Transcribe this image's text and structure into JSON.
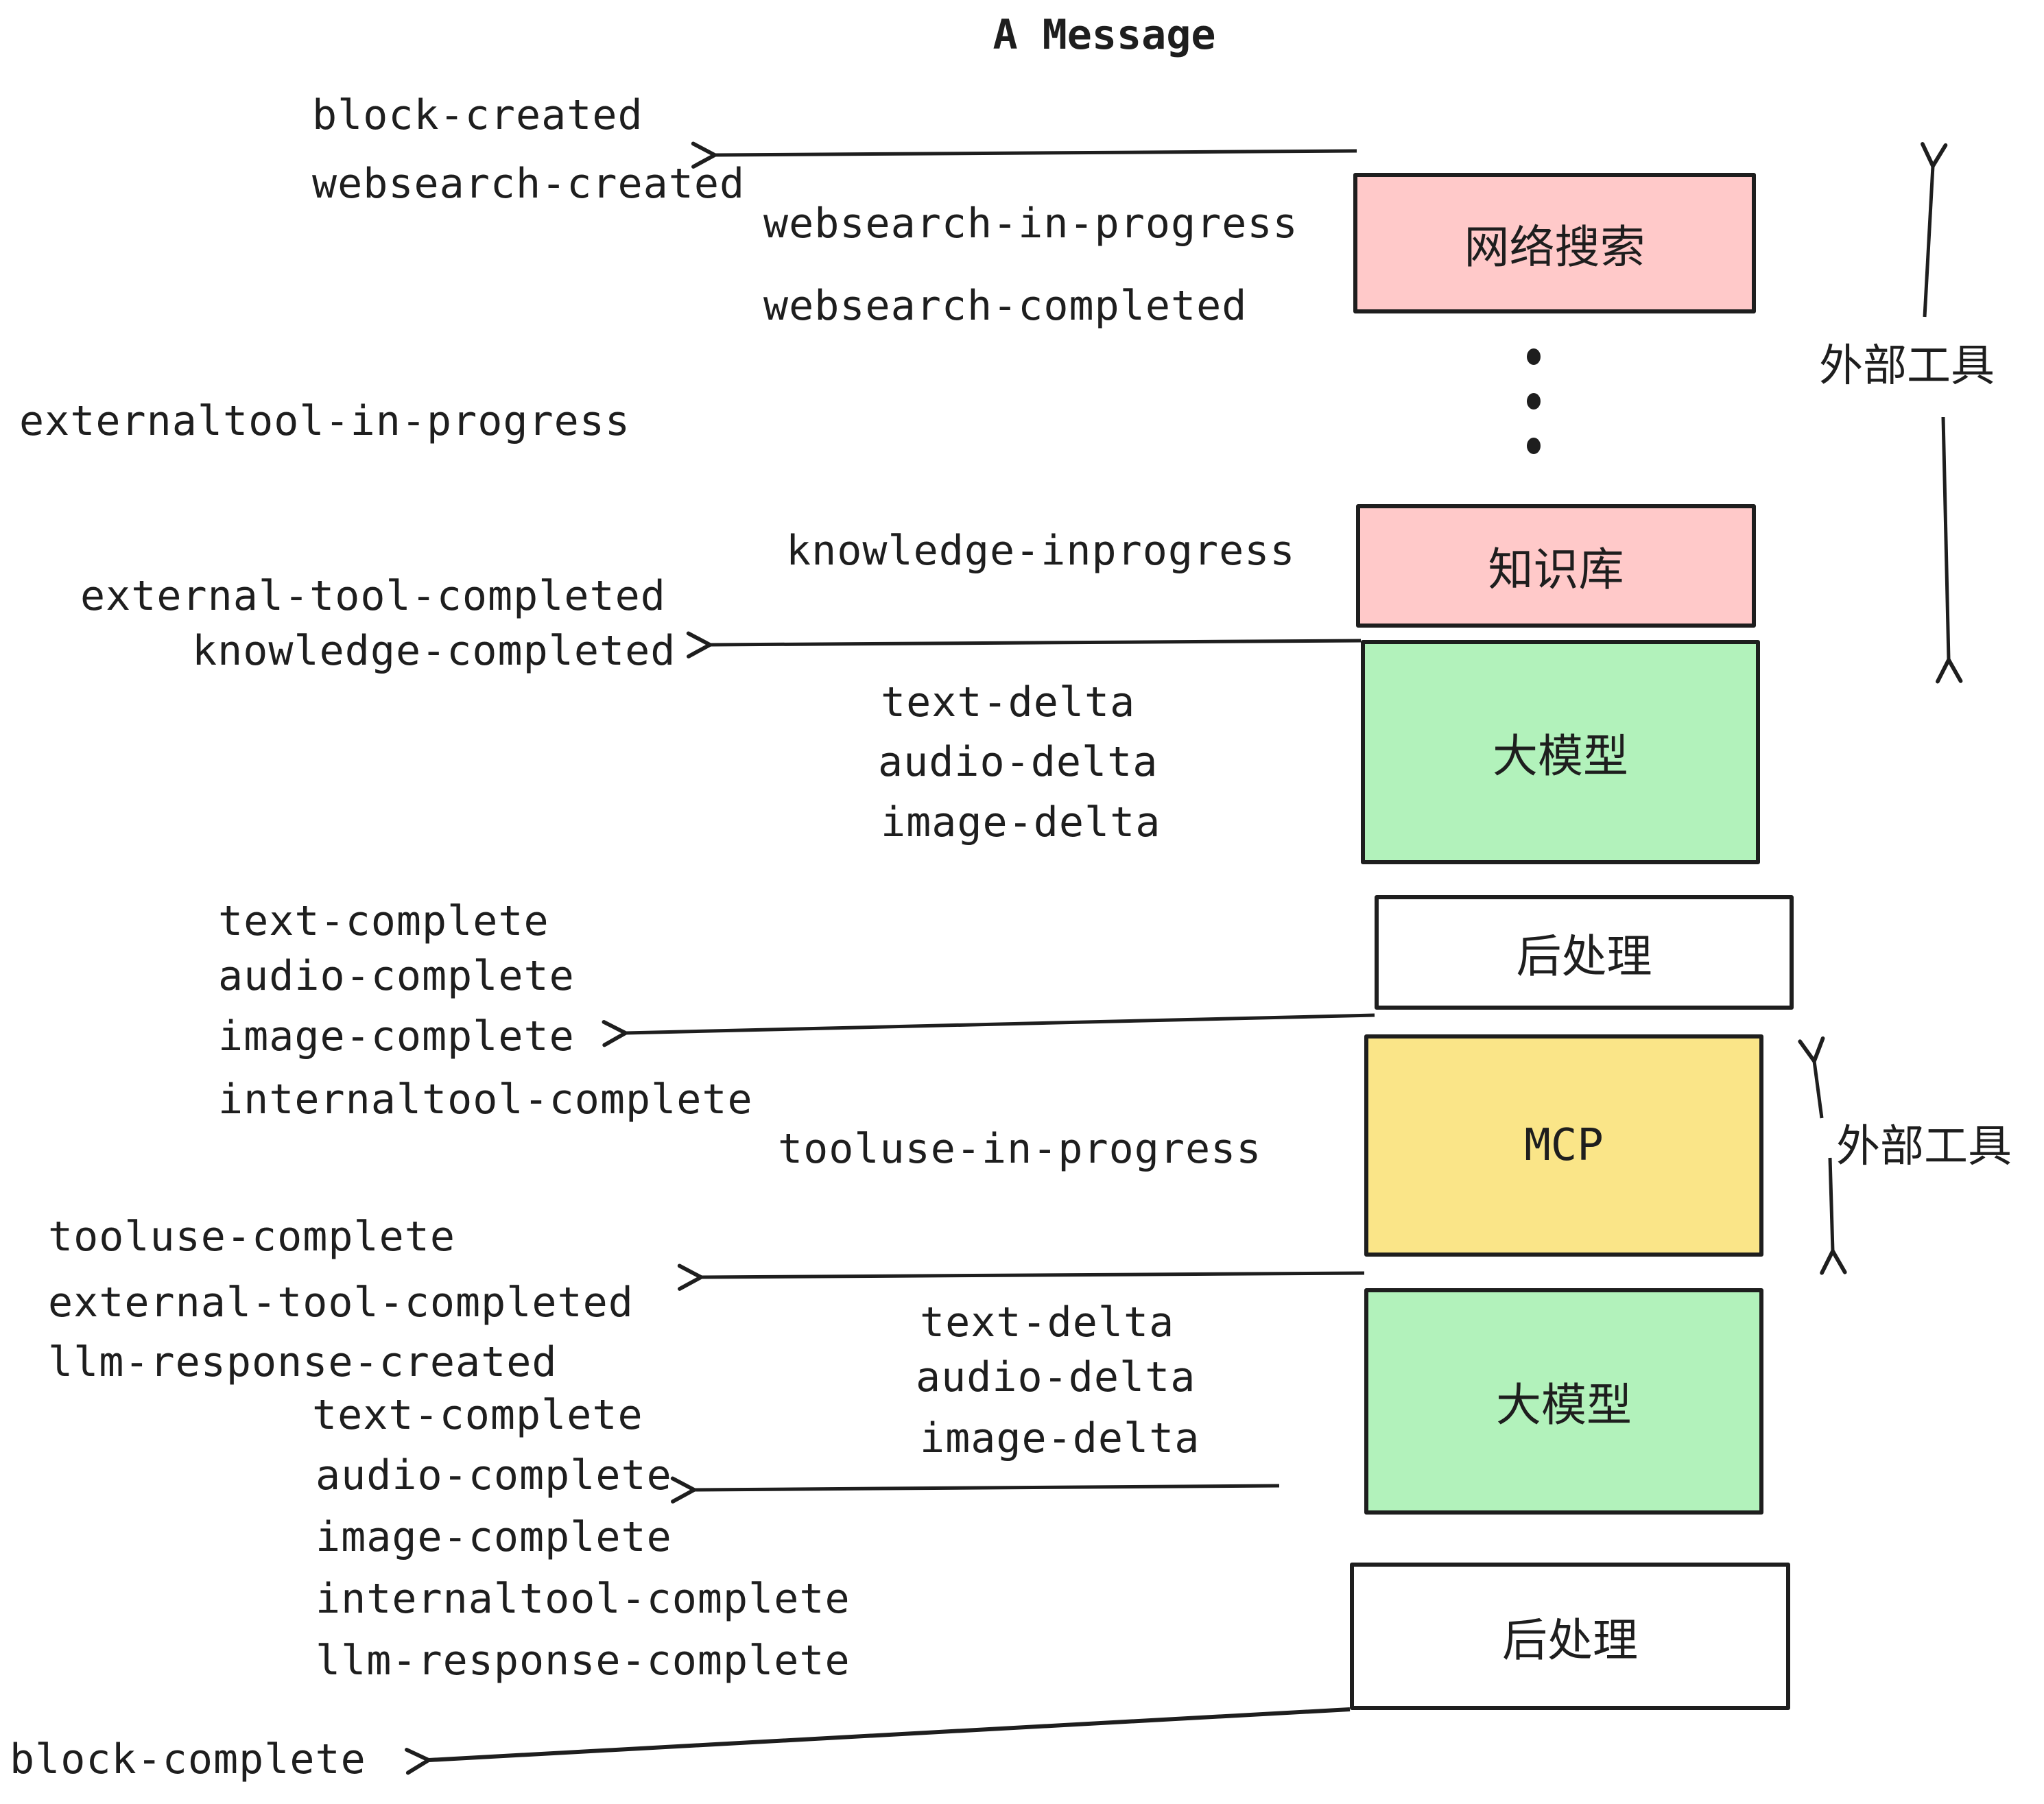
{
  "title": "A Message",
  "colors": {
    "box_pink": "#ffc9c9",
    "box_green": "#b2f2bb",
    "box_yellow": "#fae588",
    "box_white": "#ffffff",
    "ink": "#1e1e1e"
  },
  "boxes": {
    "websearch": "网络搜索",
    "knowledge": "知识库",
    "llm_top": "大模型",
    "postprocess_top": "后处理",
    "mcp": "MCP",
    "llm_bottom": "大模型",
    "postprocess_bottom": "后处理"
  },
  "side": {
    "external_tools_top": "外部工具",
    "external_tools_bottom": "外部工具"
  },
  "icons": {
    "vertical_ellipsis": "vertical-ellipsis-dots",
    "arrowheads": "open-chevron-arrowheads"
  },
  "events": {
    "block_created": "block-created",
    "websearch_created": "websearch-created",
    "websearch_in_progress": "websearch-in-progress",
    "websearch_completed": "websearch-completed",
    "externaltool_in_progress": "externaltool-in-progress",
    "knowledge_inprogress": "knowledge-inprogress",
    "external_tool_completed_1": "external-tool-completed",
    "knowledge_completed": "knowledge-completed",
    "text_delta_1": "text-delta",
    "audio_delta_1": "audio-delta",
    "image_delta_1": "image-delta",
    "text_complete_1": "text-complete",
    "audio_complete_1": "audio-complete",
    "image_complete_1": "image-complete",
    "internaltool_complete_1": "internaltool-complete",
    "tooluse_in_progress": "tooluse-in-progress",
    "tooluse_complete": "tooluse-complete",
    "external_tool_completed_2": "external-tool-completed",
    "llm_response_created": "llm-response-created",
    "text_delta_2": "text-delta",
    "audio_delta_2": "audio-delta",
    "image_delta_2": "image-delta",
    "text_complete_2": "text-complete",
    "audio_complete_2": "audio-complete",
    "image_complete_2": "image-complete",
    "internaltool_complete_2": "internaltool-complete",
    "llm_response_complete": "llm-response-complete",
    "block_complete": "block-complete"
  }
}
